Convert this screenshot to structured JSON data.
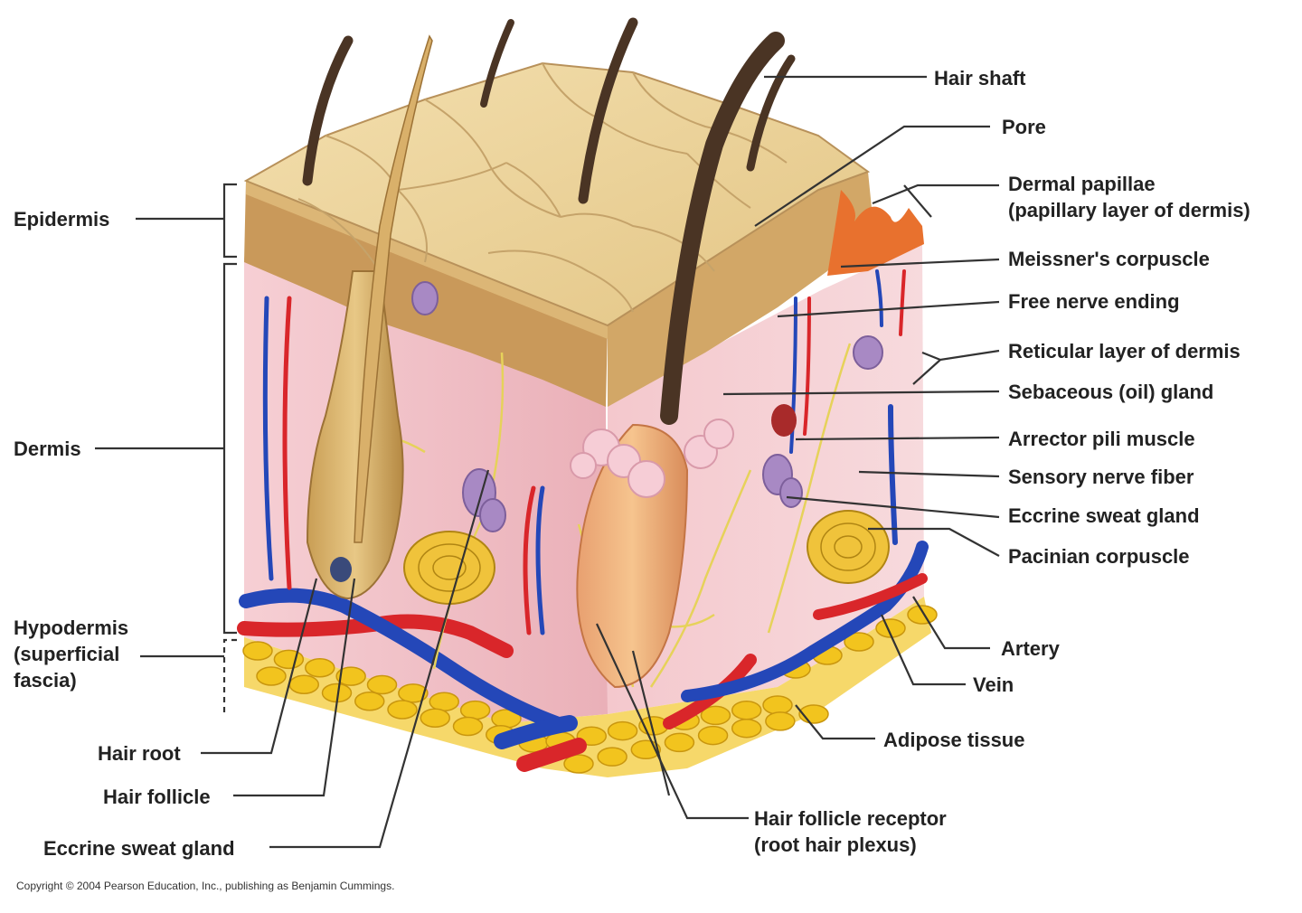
{
  "diagram": {
    "labels_left": {
      "epidermis": "Epidermis",
      "dermis": "Dermis",
      "hypodermis_1": "Hypodermis",
      "hypodermis_2": "(superficial",
      "hypodermis_3": "fascia)",
      "hair_root": "Hair root",
      "hair_follicle": "Hair follicle",
      "eccrine_sweat_gland": "Eccrine sweat gland"
    },
    "labels_right": {
      "hair_shaft": "Hair shaft",
      "pore": "Pore",
      "dermal_papillae_1": "Dermal papillae",
      "dermal_papillae_2": "(papillary layer of dermis)",
      "meissners_corpuscle": "Meissner's corpuscle",
      "free_nerve_ending": "Free nerve ending",
      "reticular_layer": "Reticular layer of dermis",
      "sebaceous_gland": "Sebaceous (oil) gland",
      "arrector_pili": "Arrector pili muscle",
      "sensory_nerve_fiber": "Sensory nerve fiber",
      "eccrine_sweat_gland": "Eccrine sweat gland",
      "pacinian_corpuscle": "Pacinian corpuscle",
      "artery": "Artery",
      "vein": "Vein",
      "adipose_tissue": "Adipose tissue"
    },
    "labels_bottom": {
      "hair_follicle_receptor_1": "Hair follicle receptor",
      "hair_follicle_receptor_2": "(root hair plexus)"
    },
    "copyright": "Copyright © 2004 Pearson Education, Inc., publishing as Benjamin Cummings."
  },
  "colors": {
    "surface": "#e8cf96",
    "epidermis": "#c9995a",
    "dermis": "#f0bcc2",
    "adipose": "#f2c41e",
    "artery": "#d9262a",
    "vein": "#2447b8",
    "hair": "#4a3424",
    "nerve": "#e6d25a"
  }
}
